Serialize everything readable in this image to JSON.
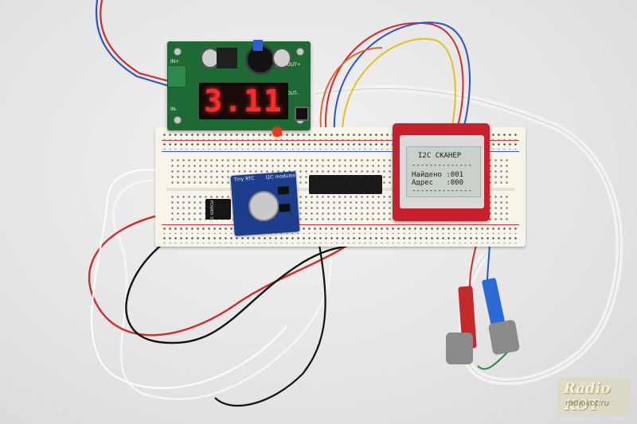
{
  "psu_module": {
    "display_value": "3.11",
    "pin_in_plus": "IN+",
    "pin_in_minus": "IN-",
    "pin_out_plus": "OUT+",
    "pin_out_minus": "OUT-"
  },
  "rtc_module": {
    "label_left": "Tiny RTC",
    "label_right": "I2C modules"
  },
  "lcd": {
    "title": "I2C СКАНЕР",
    "separator": "--------------",
    "found_label": "Найдено :001",
    "address_label": "Адрес   :000",
    "separator_bottom": "--------------"
  },
  "power_header_label": "POWER SW",
  "watermark": {
    "title": "Radio KOT",
    "site": "radiokot.ru"
  },
  "colors": {
    "background": "#e9e9ea",
    "psu_pcb": "#1f6a34",
    "display_digits": "#ff2a2a",
    "rtc_pcb": "#1d3e8c",
    "lcd_pcb": "#c8202c",
    "wire_red": "#d42a2a",
    "wire_blue": "#2a55c8",
    "wire_black": "#111111",
    "wire_white": "#f4f4f4",
    "wire_yellow": "#e3c01b"
  }
}
